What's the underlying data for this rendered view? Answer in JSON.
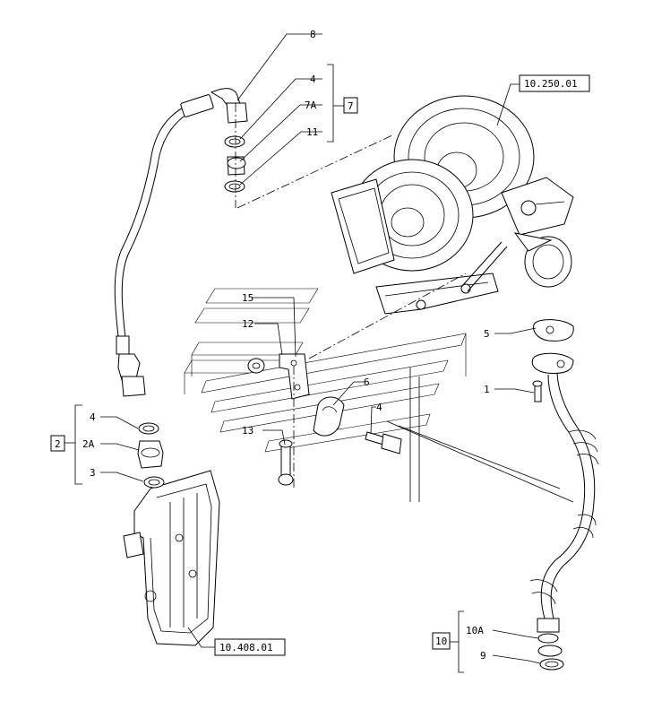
{
  "callouts": {
    "c8": "8",
    "c4_top": "4",
    "c7A": "7A",
    "c11": "11",
    "c7_box": "7",
    "c250": "10.250.01",
    "c15": "15",
    "c12": "12",
    "c5": "5",
    "c6": "6",
    "c4_mid": "4",
    "c1": "1",
    "c13": "13",
    "c4_left": "4",
    "c2_box": "2",
    "c2A": "2A",
    "c3": "3",
    "c408": "10.408.01",
    "c10_box": "10",
    "c10A": "10A",
    "c9": "9"
  }
}
